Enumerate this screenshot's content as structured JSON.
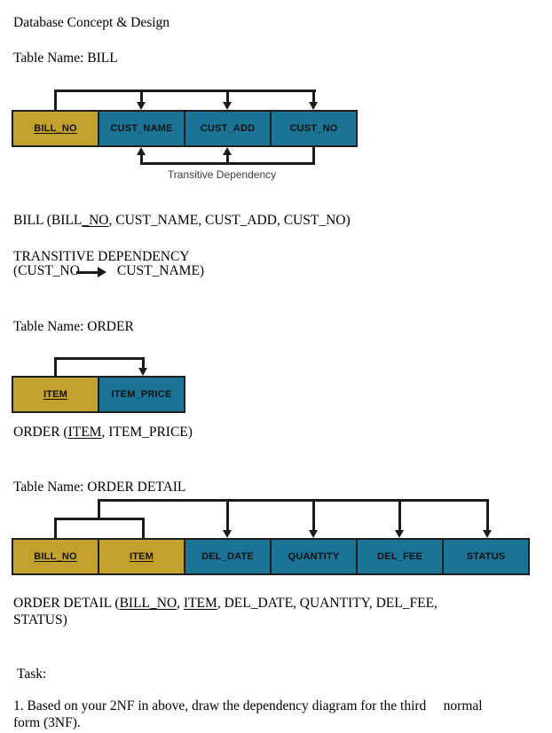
{
  "document": {
    "title": "Database Concept & Design",
    "task": {
      "heading": "Task:",
      "item_line1": "1. Based on your 2NF in above, draw the dependency diagram for the third     normal",
      "item_line2": "form (3NF)."
    }
  },
  "colors": {
    "key_cell": "#C2A12D",
    "attribute_cell": "#1B7495",
    "line": "#1B1B1B"
  },
  "icons": {
    "transitive_arrow": "right-arrow-icon"
  },
  "bill": {
    "section_label": "Table Name: BILL",
    "diagram": {
      "cells": [
        {
          "label": "BILL_NO",
          "key": true
        },
        {
          "label": "CUST_NAME",
          "key": false
        },
        {
          "label": "CUST_ADD",
          "key": false
        },
        {
          "label": "CUST_NO",
          "key": false
        }
      ],
      "caption": "Transitive Dependency"
    },
    "schema": {
      "pre": "BILL (BILL",
      "key": "_NO",
      "post": ", CUST_NAME, CUST_ADD, CUST_NO)"
    },
    "transitive": {
      "heading": "TRANSITIVE DEPENDENCY",
      "lhs": "(CUST_NO",
      "rhs": "CUST_NAME)"
    }
  },
  "order": {
    "section_label": "Table Name: ORDER",
    "diagram": {
      "cells": [
        {
          "label": "ITEM",
          "key": true
        },
        {
          "label": "ITEM_PRICE",
          "key": false
        }
      ]
    },
    "schema": {
      "pre": "ORDER (",
      "key": "ITEM",
      "post": ", ITEM_PRICE)"
    }
  },
  "order_detail": {
    "section_label": "Table Name: ORDER DETAIL",
    "diagram": {
      "cells": [
        {
          "label": "BILL_NO",
          "key": true
        },
        {
          "label": "ITEM",
          "key": true
        },
        {
          "label": "DEL_DATE",
          "key": false
        },
        {
          "label": "QUANTITY",
          "key": false
        },
        {
          "label": "DEL_FEE",
          "key": false
        },
        {
          "label": "STATUS",
          "key": false
        }
      ]
    },
    "schema": {
      "pre": "ORDER DETAIL (",
      "key1": "BILL_NO",
      "mid": ", ",
      "key2": "ITEM",
      "post": ", DEL_DATE, QUANTITY, DEL_FEE,",
      "line2": "STATUS)"
    }
  }
}
